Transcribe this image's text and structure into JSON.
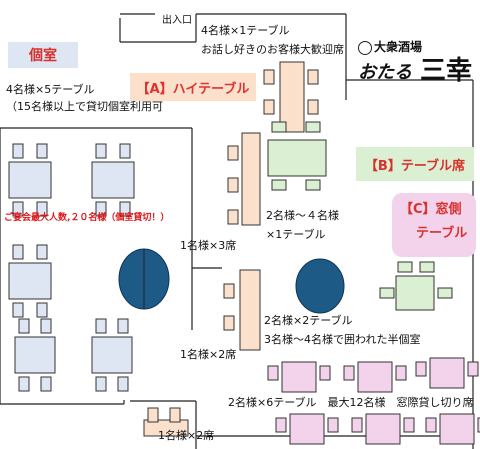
{
  "header": {
    "entrance": "出入口",
    "logo_small": "大衆酒場",
    "logo_name": "おたる",
    "logo_kanji": "三幸"
  },
  "private_room": {
    "title": "個室",
    "line1": "4名様×5テーブル",
    "line2": "（15名様以上で貸切個室利用可",
    "note": "ご宴会最大人数,２０名様（個室貸切！）"
  },
  "areas": {
    "a": "【A】ハイテーブル",
    "b": "【B】テーブル席",
    "c_line1": "【C】窓側",
    "c_line2": "テーブル"
  },
  "notes": {
    "top1": "4名様×1テーブル",
    "top2": "お話し好きのお客様大歓迎席",
    "b_line1": "2名様～４名様",
    "b_line2": "×1テーブル",
    "counter_upper": "1名様×3席",
    "counter_lower": "1名様×2席",
    "semi1": "2名様×2テーブル",
    "semi2": "3名様～4名様で囲われた半個室",
    "window": "2名様×6テーブル　最大12名様　窓際貸し切り席",
    "bottom_counter": "1名様×2席"
  },
  "colors": {
    "private_table": "#dde6f2",
    "high_table": "#fbe0cc",
    "b_table": "#dbefd2",
    "window_table": "#f3d3ec",
    "round_table": "#1e5a86",
    "a_text": "#e0322e",
    "note_red": "#e0161a",
    "logo_red": "#cc1b1b"
  }
}
